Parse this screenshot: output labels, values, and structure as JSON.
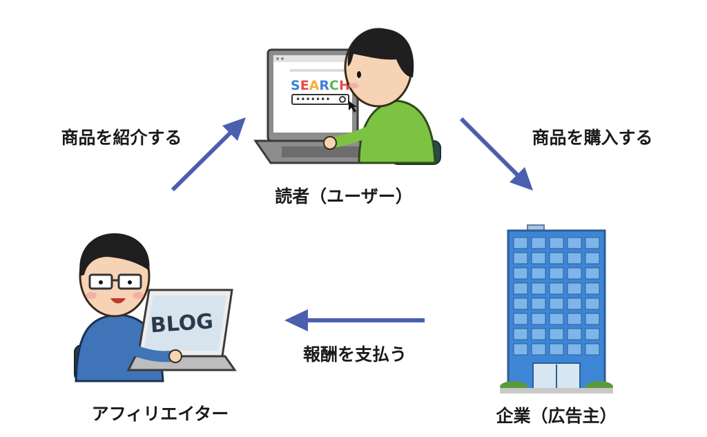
{
  "nodes": {
    "reader": "読者（ユーザー）",
    "affiliate": "アフィリエイター",
    "company": "企業（広告主）"
  },
  "edges": {
    "introduce": "商品を紹介する",
    "purchase": "商品を購入する",
    "reward": "報酬を支払う"
  },
  "screens": {
    "search": "SEARCH",
    "blog": "BLOG"
  },
  "colors": {
    "arrow": "#4a5fae",
    "shirt_green": "#7cc243",
    "shirt_blue": "#3f74b8",
    "building_glass": "#3d86d6"
  }
}
